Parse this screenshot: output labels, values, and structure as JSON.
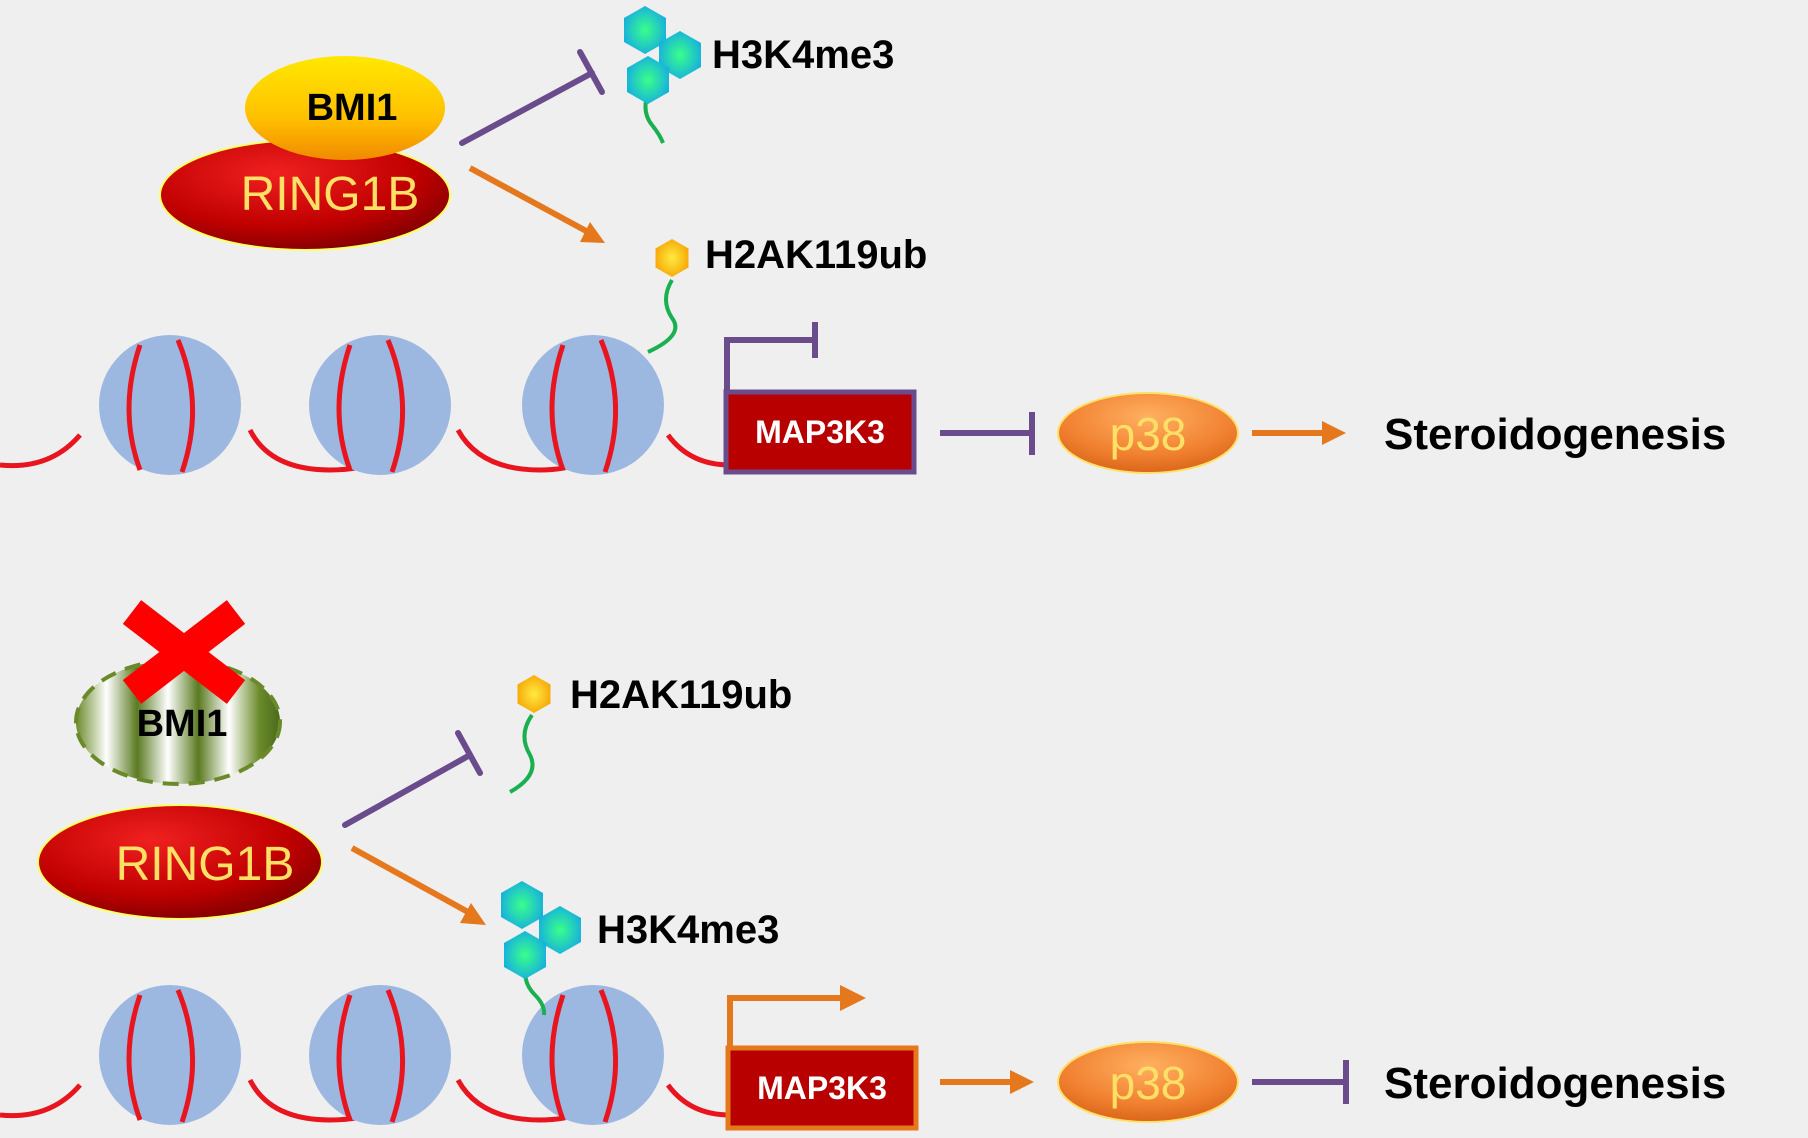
{
  "top": {
    "bmi1": "BMI1",
    "ring1b": "RING1B",
    "mark_methyl": "H3K4me3",
    "mark_ub": "H2AK119ub",
    "gene": "MAP3K3",
    "kinase": "p38",
    "outcome": "Steroidogenesis"
  },
  "bottom": {
    "bmi1": "BMI1",
    "ring1b": "RING1B",
    "mark_ub": "H2AK119ub",
    "mark_methyl": "H3K4me3",
    "gene": "MAP3K3",
    "kinase": "p38",
    "outcome": "Steroidogenesis"
  },
  "colors": {
    "inhibit": "#6a4c8c",
    "activate": "#e5781c",
    "dna": "#e8141e",
    "nucleosome": "#9db8e0",
    "gene_box": "#b80000"
  }
}
